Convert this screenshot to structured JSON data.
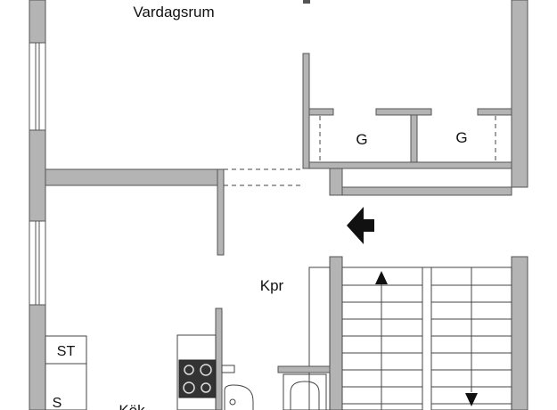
{
  "rooms": {
    "living_room": "Vardagsrum",
    "closet_left": "G",
    "closet_right": "G",
    "hall": "Kpr",
    "kitchen": "Kök",
    "cabinet_st": "ST",
    "cabinet_s": "S"
  },
  "icons": {
    "entrance": "entrance-arrow-icon",
    "stairs_up": "arrow-up-icon",
    "stairs_down": "arrow-down-icon",
    "stove": "stove-icon",
    "sink": "sink-icon",
    "bathtub": "bathtub-icon"
  },
  "colors": {
    "wall_fill": "#b4b4b4",
    "wall_edge": "#555555",
    "background": "#ffffff",
    "ink": "#111111"
  }
}
